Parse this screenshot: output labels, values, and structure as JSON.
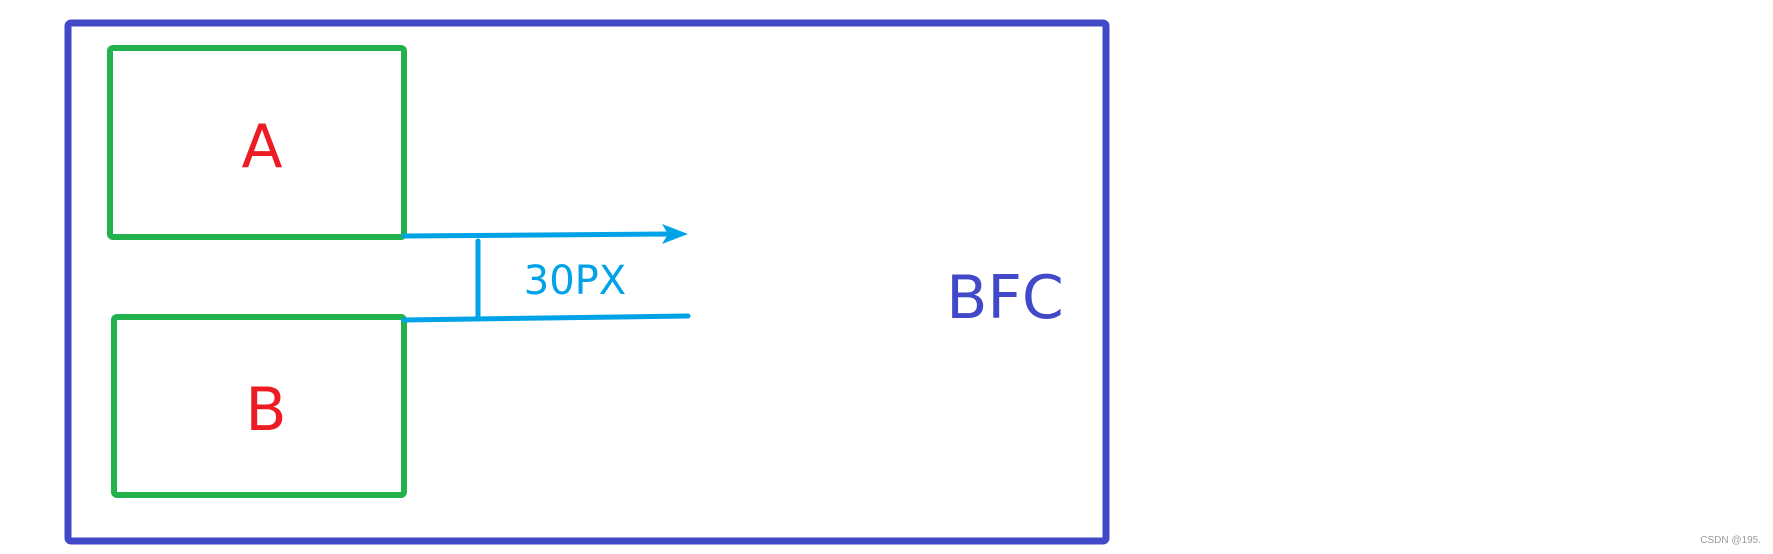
{
  "diagram": {
    "container_label": "BFC",
    "box_a_label": "A",
    "box_b_label": "B",
    "margin_label": "30PX"
  },
  "colors": {
    "container": "#4249C8",
    "boxes": "#22B14C",
    "box_text": "#ED1C24",
    "annotation": "#00A2E8"
  },
  "watermark": "CSDN @195."
}
